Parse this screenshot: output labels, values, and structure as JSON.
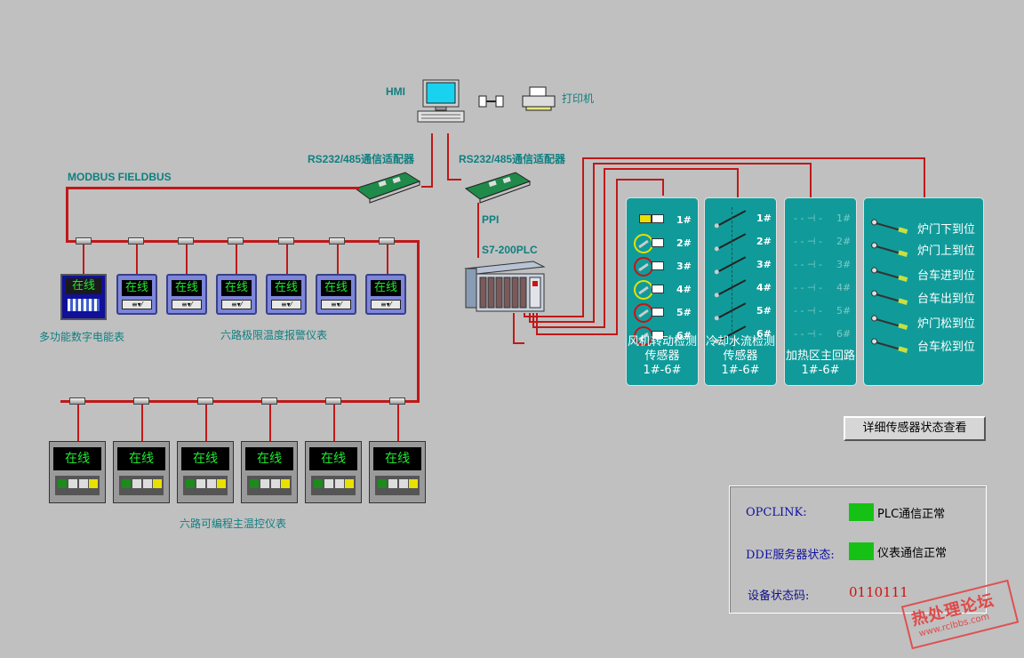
{
  "hmi": {
    "label": "HMI",
    "printer_label": "打印机"
  },
  "adapters": {
    "left": "RS232/485通信适配器",
    "right": "RS232/485通信适配器"
  },
  "fieldbus": {
    "label": "MODBUS FIELDBUS"
  },
  "plc": {
    "ppi_label": "PPI",
    "label": "S7-200PLC"
  },
  "meter": {
    "screen_text": "在线",
    "label": "多功能数字电能表"
  },
  "temp_alarm": {
    "label": "六路极限温度报警仪表",
    "units": [
      "在线",
      "在线",
      "在线",
      "在线",
      "在线",
      "在线"
    ]
  },
  "programmable": {
    "label": "六路可编程主温控仪表",
    "units": [
      "在线",
      "在线",
      "在线",
      "在线",
      "在线",
      "在线"
    ]
  },
  "panels": {
    "fan": {
      "title_line1": "风机转动检测",
      "title_line2": "传感器1#-6#",
      "numbers": [
        "1#",
        "2#",
        "3#",
        "4#",
        "5#",
        "6#"
      ]
    },
    "cooling": {
      "title_line1": "冷却水流检测",
      "title_line2": "传感器1#-6#",
      "numbers": [
        "1#",
        "2#",
        "3#",
        "4#",
        "5#",
        "6#"
      ]
    },
    "heating": {
      "title_line1": "加热区主回路",
      "title_line2": "1#-6#",
      "numbers": [
        "1#",
        "2#",
        "3#",
        "4#",
        "5#",
        "6#"
      ]
    },
    "limits": {
      "items": [
        "炉门下到位",
        "炉门上到位",
        "台车进到位",
        "台车出到位",
        "炉门松到位",
        "台车松到位"
      ]
    }
  },
  "detail_button": {
    "label": "详细传感器状态查看"
  },
  "status": {
    "opclink_key": "OPCLINK:",
    "opclink_value": "PLC通信正常",
    "dde_key": "DDE服务器状态:",
    "dde_value": "仪表通信正常",
    "code_key": "设备状态码:",
    "code_value": "0110111"
  },
  "watermark": {
    "title": "热处理论坛",
    "url": "www.rclbbs.com"
  },
  "colors": {
    "bus": "#c01818",
    "panel": "#109b9a",
    "online": "#22e833",
    "ok_led": "#16c116"
  }
}
